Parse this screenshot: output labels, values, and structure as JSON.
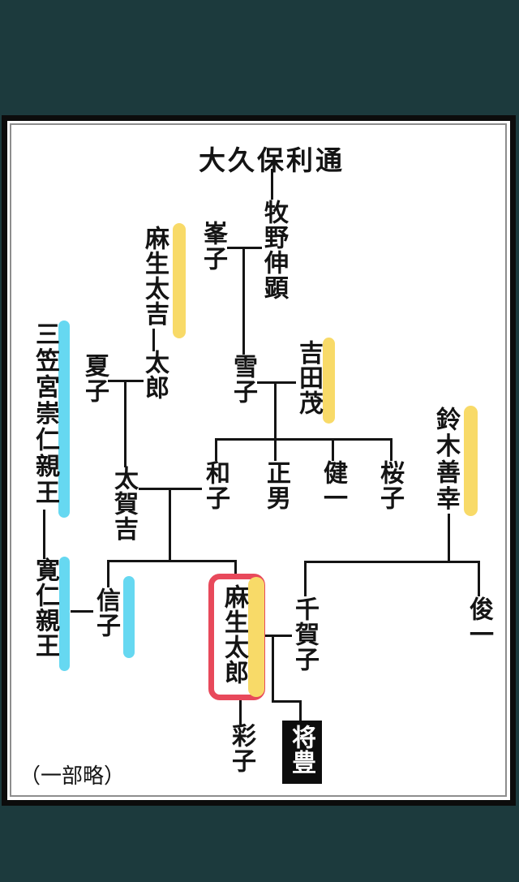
{
  "scene": {
    "bg": "#1c3a3d",
    "note": "（一部略）"
  },
  "palette": {
    "yellow": "#f8da68",
    "cyan": "#66d8f1",
    "red": "#e8495b",
    "ink": "#141414"
  },
  "tree": {
    "people": {
      "okubo_toshimichi": "大久保利通",
      "makino_nobuaki": "牧野伸顕",
      "mineko": "峯子",
      "aso_takichi": "麻生太吉",
      "taro": "太郎",
      "natsuko": "夏子",
      "yukiko": "雪子",
      "yoshida_shigeru": "吉田茂",
      "mikasa_takahito": "三笠宮崇仁親王",
      "takakichi": "太賀吉",
      "kazuko": "和子",
      "masao": "正男",
      "kenichi": "健一",
      "sakurako": "桜子",
      "suzuki_zenko": "鈴木善幸",
      "tomohito": "寛仁親王",
      "nobuko": "信子",
      "aso_taro": "麻生太郎",
      "chikako": "千賀子",
      "shunichi": "俊一",
      "ayako": "彩子",
      "masahiro": "将豊"
    },
    "highlights": {
      "yellow_marked": [
        "麻生太吉",
        "吉田茂",
        "鈴木善幸",
        "麻生太郎"
      ],
      "cyan_marked": [
        "三笠宮崇仁親王",
        "寛仁親王",
        "信子"
      ],
      "red_boxed": "麻生太郎",
      "black_boxed": "将豊"
    }
  }
}
